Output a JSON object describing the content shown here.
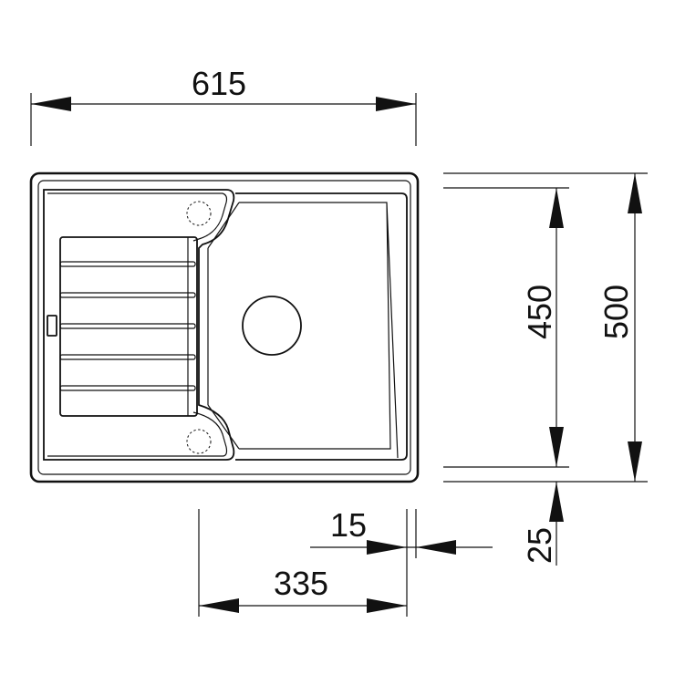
{
  "dimensions": {
    "overall_width": "615",
    "bowl_depth": "450",
    "overall_depth": "500",
    "offset": "15",
    "bowl_width": "335",
    "edge": "25"
  },
  "colors": {
    "line": "#111111",
    "background": "#ffffff"
  }
}
